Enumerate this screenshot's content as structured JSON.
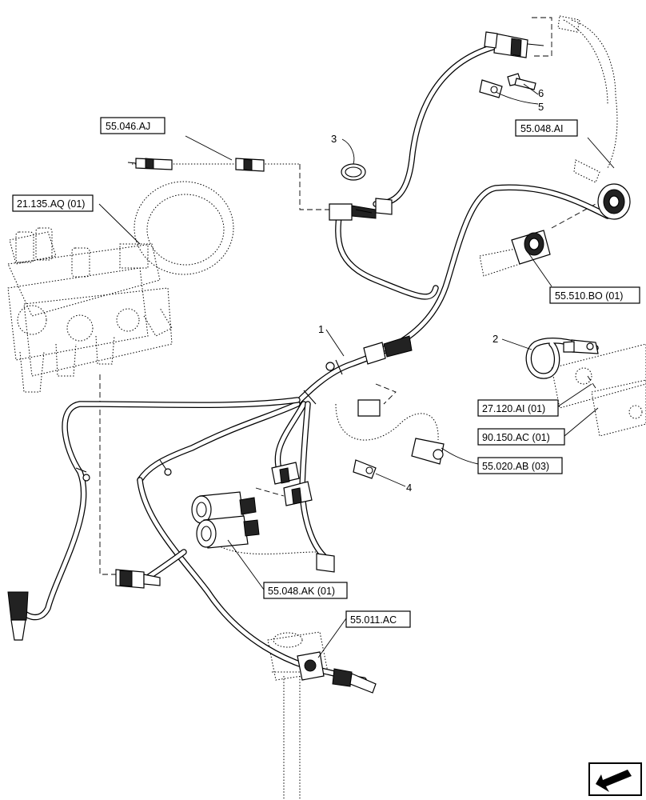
{
  "references": {
    "ref_55_046_aj": "55.046.AJ",
    "ref_21_135_aq": "21.135.AQ (01)",
    "ref_55_048_ai": "55.048.AI",
    "ref_55_510_bo": "55.510.BO (01)",
    "ref_27_120_ai": "27.120.AI (01)",
    "ref_90_150_ac": "90.150.AC (01)",
    "ref_55_020_ab": "55.020.AB (03)",
    "ref_55_048_ak": "55.048.AK (01)",
    "ref_55_011_ac": "55.011.AC"
  },
  "callouts": {
    "item_1": "1",
    "item_2": "2",
    "item_3": "3",
    "item_4": "4",
    "item_5": "5",
    "item_6": "6"
  },
  "icons": {
    "nav_arrow": "back-arrow-icon"
  }
}
